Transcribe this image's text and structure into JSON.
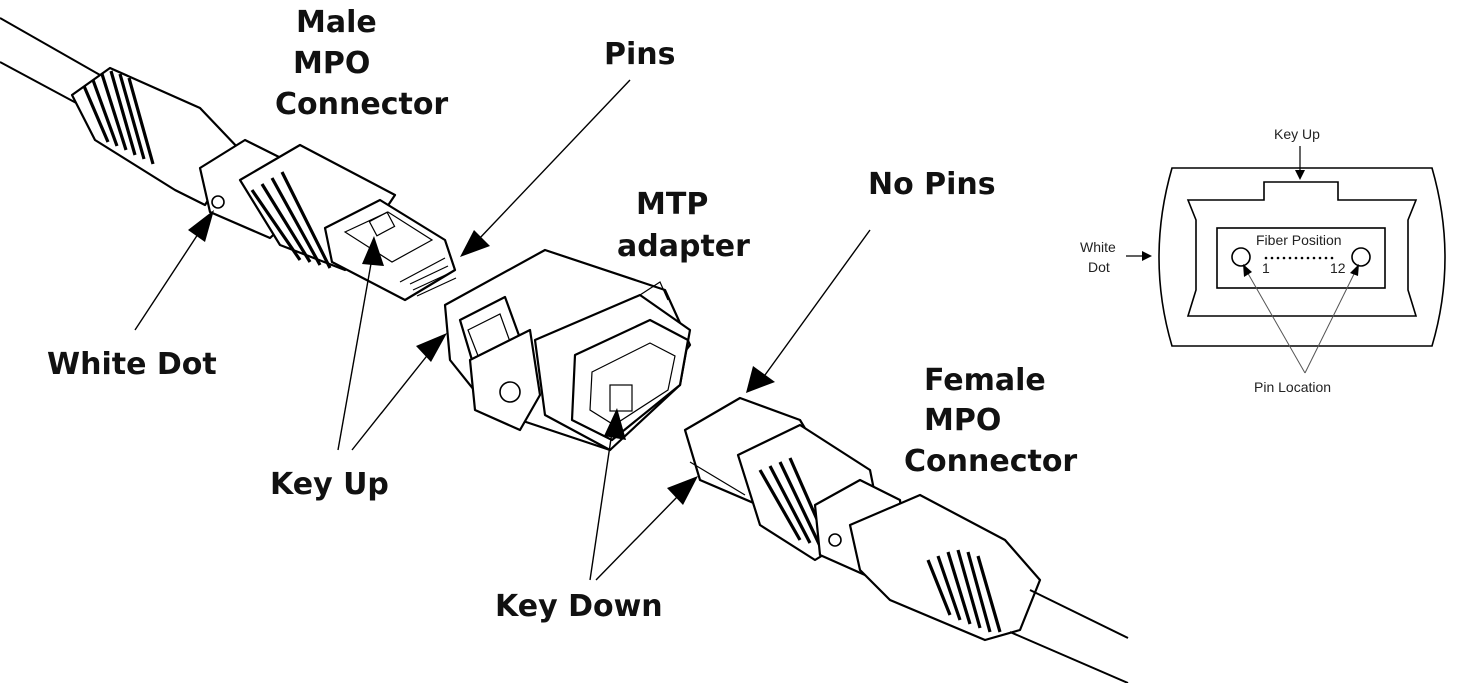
{
  "labels": {
    "male_connector": [
      "Male",
      "MPO",
      "Connector"
    ],
    "pins": "Pins",
    "mtp_adapter": [
      "MTP",
      "adapter"
    ],
    "no_pins": "No Pins",
    "white_dot": "White Dot",
    "key_up": "Key Up",
    "key_down": "Key Down",
    "female_connector": [
      "Female",
      "MPO",
      "Connector"
    ]
  },
  "inset": {
    "key_up": "Key Up",
    "white_dot": [
      "White",
      "Dot"
    ],
    "fiber_position": "Fiber Position",
    "fiber_start": "1",
    "fiber_end": "12",
    "pin_location": "Pin Location"
  }
}
